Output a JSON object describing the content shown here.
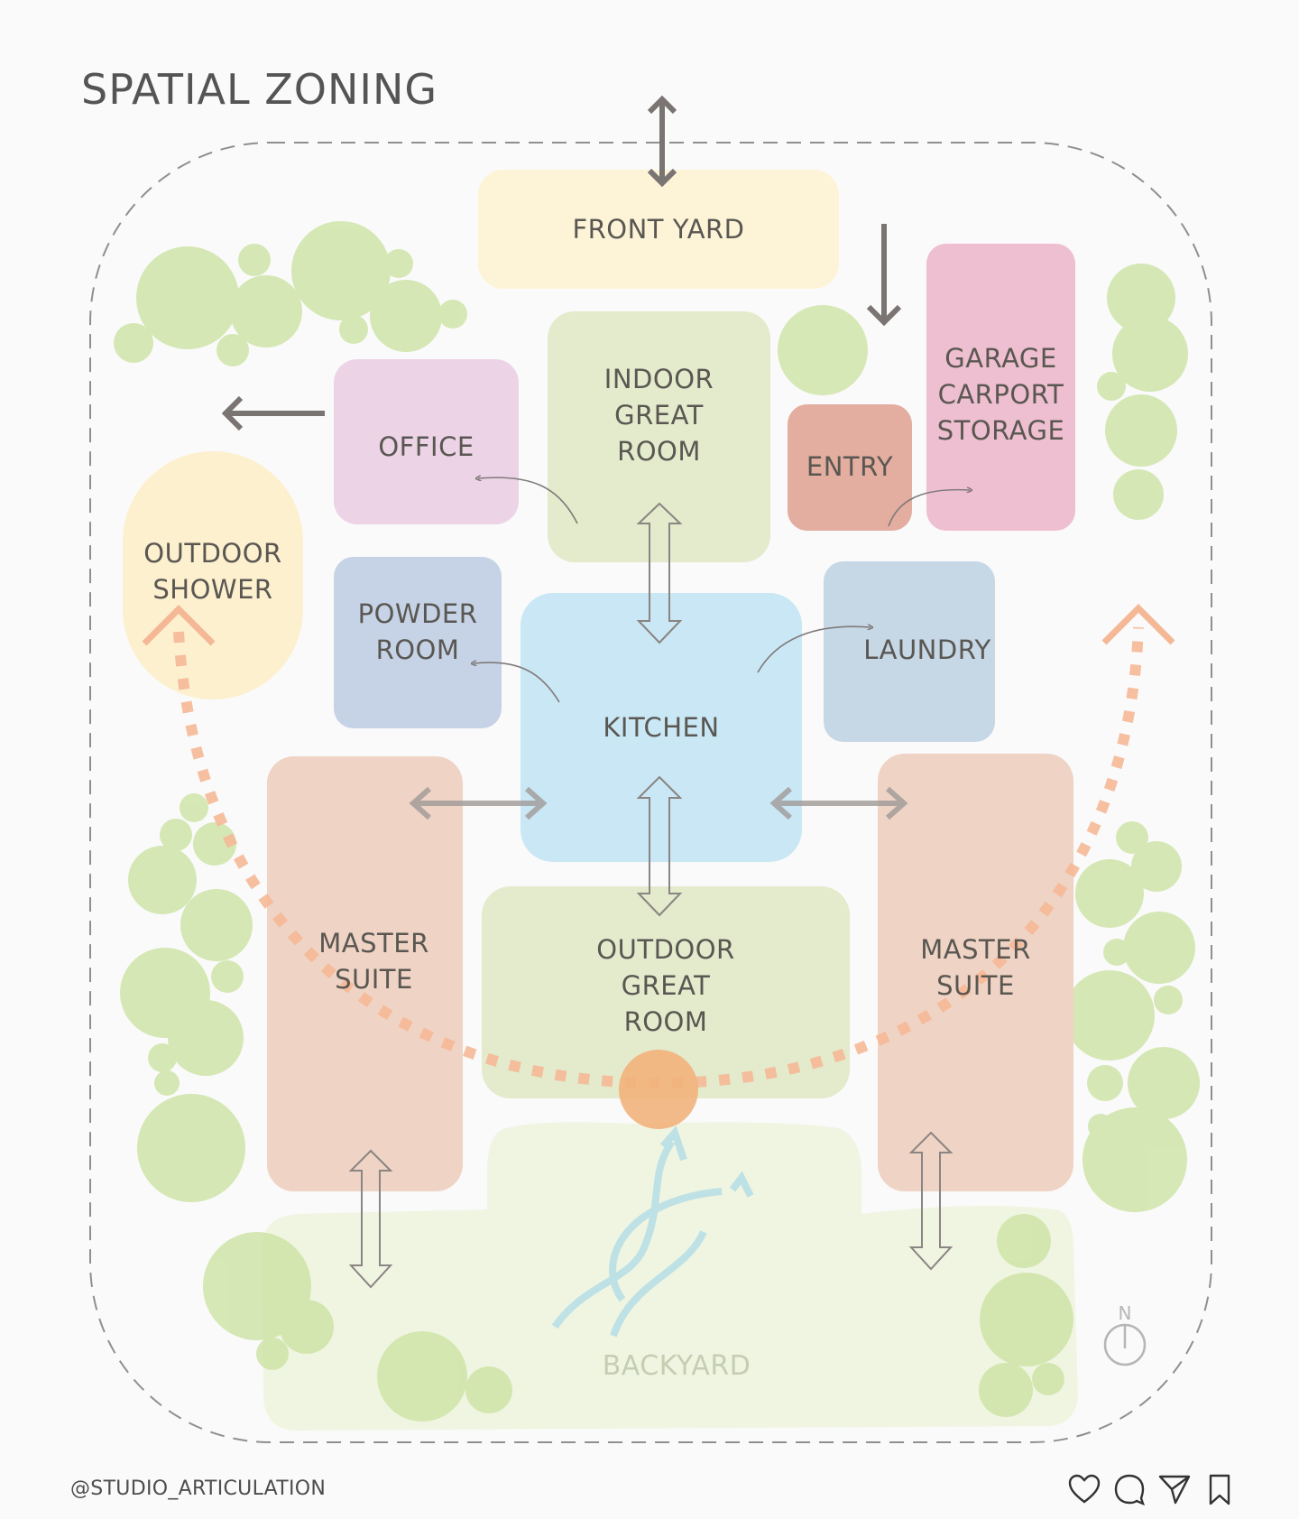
{
  "title": "SPATIAL ZONING",
  "handle": "@STUDIO_ARTICULATION",
  "zones": {
    "front_yard": "FRONT YARD",
    "indoor_great_room": [
      "INDOOR",
      "GREAT",
      "ROOM"
    ],
    "office": "OFFICE",
    "entry": "ENTRY",
    "garage": [
      "GARAGE",
      "CARPORT",
      "STORAGE"
    ],
    "outdoor_shower": [
      "OUTDOOR",
      "SHOWER"
    ],
    "powder_room": [
      "POWDER",
      "ROOM"
    ],
    "kitchen": "KITCHEN",
    "laundry": "LAUNDRY",
    "master_suite_left": [
      "MASTER",
      "SUITE"
    ],
    "outdoor_great_room": [
      "OUTDOOR",
      "GREAT",
      "ROOM"
    ],
    "master_suite_right": [
      "MASTER",
      "SUITE"
    ],
    "backyard": "BACKYARD"
  },
  "compass_label": "N",
  "icons": [
    "heart-icon",
    "comment-icon",
    "send-icon",
    "bookmark-icon"
  ],
  "colors": {
    "front_yard": "#fdf3d6",
    "green_room": "#e3ebcc",
    "office": "#ecd3e6",
    "entry": "#e3ad9f",
    "garage": "#eebfd0",
    "shower": "#fdf0cf",
    "powder": "#c6d3e6",
    "kitchen": "#c9e7f4",
    "laundry": "#c6d7e6",
    "suite": "#efd3c4",
    "tree": "#c9e0a0",
    "path": "#f5b896"
  }
}
